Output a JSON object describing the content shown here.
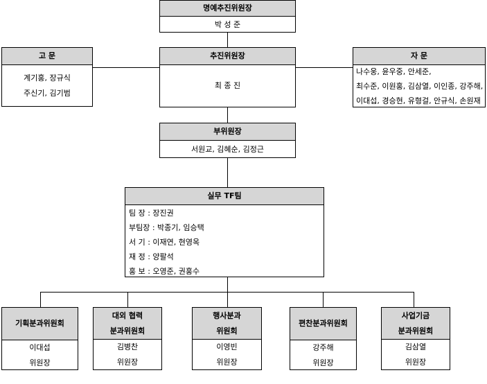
{
  "honorary": {
    "title": "명예추진위원장",
    "members": "박 성 준"
  },
  "advisors": {
    "title": "고 문",
    "lines": [
      "계기홍, 장규식",
      "주신기, 김기범"
    ]
  },
  "chair": {
    "title": "추진위원장",
    "members": "최 종 진"
  },
  "consultants": {
    "title": "자 문",
    "lines": [
      "나수웅, 윤우중, 안세준,",
      "최수준, 이원홍, 김삼열, 이인종, 강주해,",
      "이대섭, 경승현, 유형걸, 안규식, 손원재"
    ]
  },
  "vice_chair": {
    "title": "부위원장",
    "members": "서원교, 김혜순, 김정근"
  },
  "tf_team": {
    "title": "실무 TF팀",
    "lines": [
      "팀 장 : 장진권",
      "부팀장 : 박종기, 임승택",
      "서 기 : 이재연, 현영옥",
      "재 정 : 양팔석",
      "홍 보 : 오영준, 권홍수"
    ]
  },
  "committees": [
    {
      "title_lines": [
        "기획분과위원회"
      ],
      "name": "이대섭",
      "role": "위원장"
    },
    {
      "title_lines": [
        "대외 협력",
        "분과위원회"
      ],
      "name": "김병찬",
      "role": "위원장"
    },
    {
      "title_lines": [
        "행사분과",
        "위원회"
      ],
      "name": "이영빈",
      "role": "위원장"
    },
    {
      "title_lines": [
        "편찬분과위원회"
      ],
      "name": "강주해",
      "role": "위원장"
    },
    {
      "title_lines": [
        "사업기금",
        "분과위원회"
      ],
      "name": "김삼열",
      "role": "위원장"
    }
  ]
}
